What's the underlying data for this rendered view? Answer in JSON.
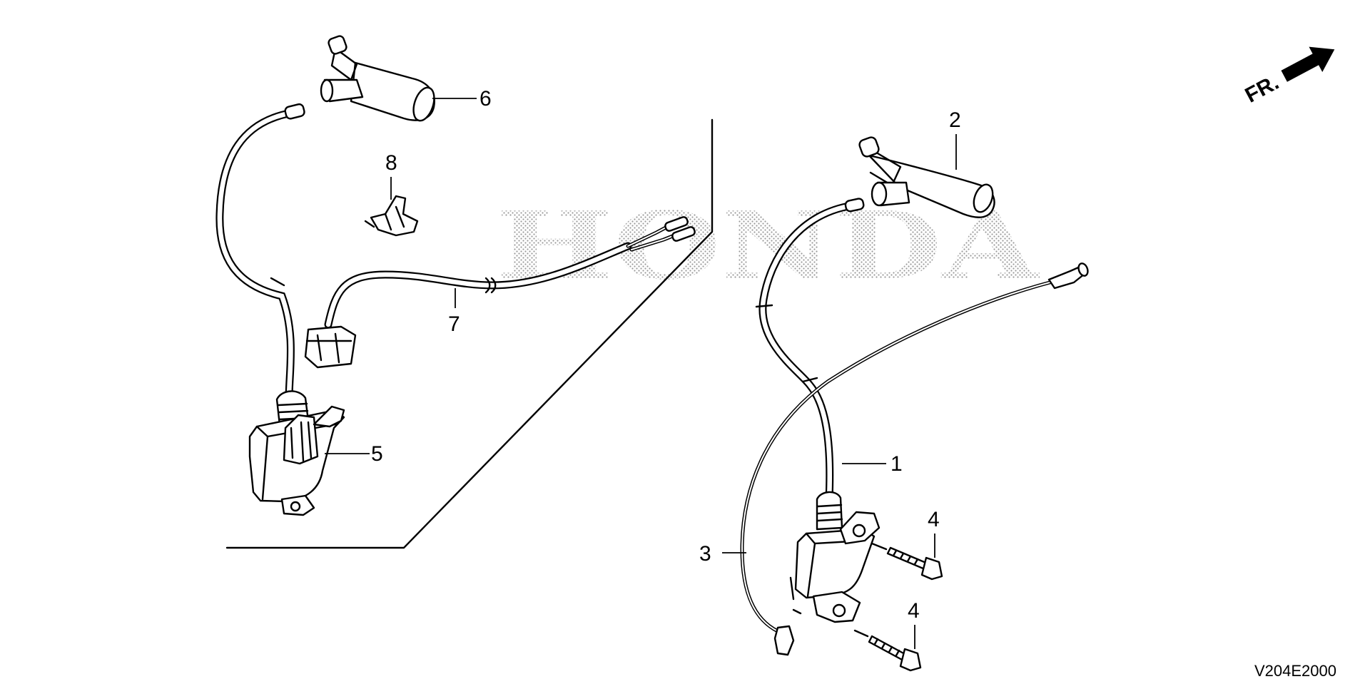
{
  "diagram": {
    "watermark": "HONDA",
    "direction_label": "FR.",
    "reference_code": "V204E2000",
    "callouts": [
      {
        "id": "c1",
        "label": "1"
      },
      {
        "id": "c2",
        "label": "2"
      },
      {
        "id": "c3",
        "label": "3"
      },
      {
        "id": "c4a",
        "label": "4"
      },
      {
        "id": "c4b",
        "label": "4"
      },
      {
        "id": "c5",
        "label": "5"
      },
      {
        "id": "c6",
        "label": "6"
      },
      {
        "id": "c7",
        "label": "7"
      },
      {
        "id": "c8",
        "label": "8"
      }
    ]
  }
}
